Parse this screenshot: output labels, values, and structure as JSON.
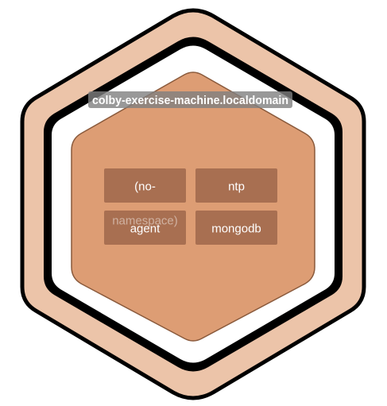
{
  "host": {
    "name": "colby-exercise-machine.localdomain"
  },
  "tiles": [
    {
      "label": "(no-"
    },
    {
      "label": "ntp"
    },
    {
      "label": "agent"
    },
    {
      "label": "mongodb"
    }
  ],
  "tile_overflow": {
    "label": "namespace)"
  },
  "colors": {
    "outer_ring": "#ecc4a9",
    "outline": "#000000",
    "inner_hex": "#dd9d74",
    "inner_stroke": "#8a5a3c",
    "tile": "#a36b4e",
    "label_bg": "#808080",
    "text": "#ffffff"
  }
}
